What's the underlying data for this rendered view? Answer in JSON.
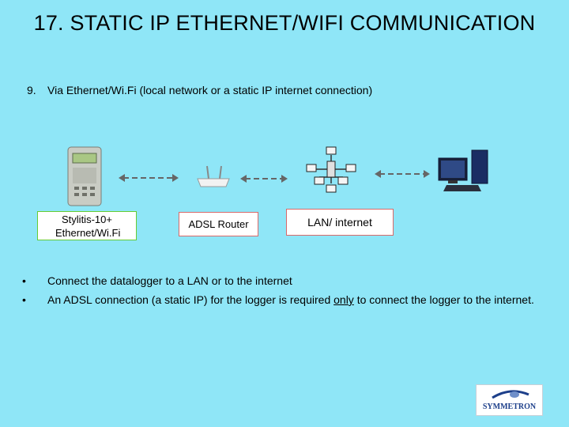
{
  "slide": {
    "title": "17. STATIC IP ETHERNET/WIFI COMMUNICATION",
    "subtitle_number": "9.",
    "subtitle_text": "Via Ethernet/Wi.Fi (local network or a static IP internet connection)"
  },
  "diagram": {
    "labels": {
      "datalogger": "Stylitis-10+ Ethernet/Wi.Fi",
      "router": "ADSL Router",
      "network": "LAN/ internet"
    },
    "colors": {
      "green_border": "#66cc33",
      "red_border": "#d86a6a",
      "background": "#8fe6f7"
    }
  },
  "bullets": [
    {
      "before": "Connect the datalogger to a LAN or to the internet",
      "underlined": "",
      "after": ""
    },
    {
      "before": "An ADSL connection (a static IP) for the logger is required ",
      "underlined": "only",
      "after": " to connect the logger to the internet."
    }
  ],
  "logo": {
    "text": "SYMMETRON"
  }
}
